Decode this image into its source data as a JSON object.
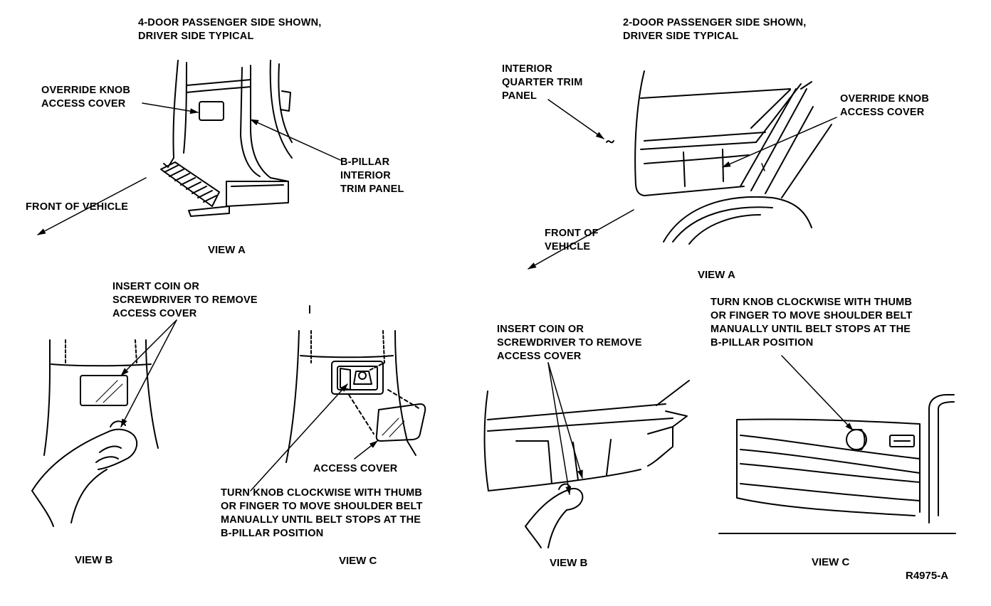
{
  "left_panel": {
    "title": [
      "4-DOOR PASSENGER SIDE SHOWN,",
      "DRIVER SIDE TYPICAL"
    ],
    "override_knob_label": [
      "OVERRIDE KNOB",
      "ACCESS COVER"
    ],
    "bpillar_label": [
      "B-PILLAR",
      "INTERIOR",
      "TRIM PANEL"
    ],
    "front_label": "FRONT OF VEHICLE",
    "view_a": "VIEW A",
    "insert_coin_label": [
      "INSERT COIN OR",
      "SCREWDRIVER TO REMOVE",
      "ACCESS COVER"
    ],
    "access_cover_label": "ACCESS COVER",
    "turn_knob_label": [
      "TURN KNOB CLOCKWISE WITH THUMB",
      "OR FINGER TO MOVE SHOULDER BELT",
      "MANUALLY UNTIL BELT STOPS AT THE",
      "B-PILLAR POSITION"
    ],
    "view_b": "VIEW B",
    "view_c": "VIEW C"
  },
  "right_panel": {
    "title": [
      "2-DOOR PASSENGER SIDE SHOWN,",
      "DRIVER SIDE TYPICAL"
    ],
    "interior_label": [
      "INTERIOR",
      "QUARTER TRIM",
      "PANEL"
    ],
    "override_knob_label": [
      "OVERRIDE KNOB",
      "ACCESS COVER"
    ],
    "front_label": [
      "FRONT OF",
      "VEHICLE"
    ],
    "view_a": "VIEW A",
    "insert_coin_label": [
      "INSERT COIN OR",
      "SCREWDRIVER TO REMOVE",
      "ACCESS COVER"
    ],
    "turn_knob_label": [
      "TURN KNOB CLOCKWISE WITH THUMB",
      "OR FINGER TO MOVE SHOULDER BELT",
      "MANUALLY UNTIL BELT STOPS AT THE",
      "B-PILLAR POSITION"
    ],
    "view_b": "VIEW B",
    "view_c": "VIEW C"
  },
  "figure_code": "R4975-A"
}
